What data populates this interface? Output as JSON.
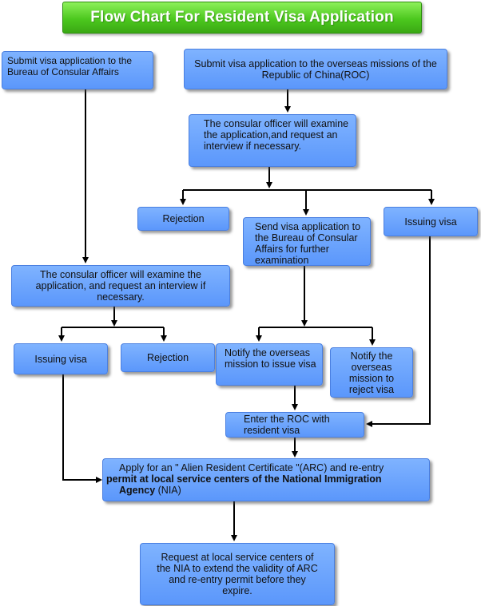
{
  "title": "Flow Chart For Resident Visa Application",
  "nodes": {
    "submit_bca": "Submit visa application to the Bureau of Consular Affairs",
    "submit_overseas": "Submit visa application to the overseas missions of the Republic of China(ROC)",
    "officer_overseas": "The consular officer will examine the application,and request an interview if necessary.",
    "rejection_overseas": "Rejection",
    "send_to_bca": "Send visa application to the Bureau of Consular Affairs for further examination",
    "issuing_overseas": "Issuing visa",
    "officer_bca": "The consular officer will examine the application, and request an interview if necessary.",
    "issuing_bca": "Issuing visa",
    "rejection_bca": "Rejection",
    "notify_issue": "Notify the overseas mission to issue visa",
    "notify_reject": "Notify the overseas mission to reject visa",
    "enter_roc": "Enter the ROC with resident visa",
    "apply_arc_1": "Apply for an \" Alien Resident Certificate \"(ARC) and re-entry",
    "apply_arc_2": "permit at local service centers of the National Immigration",
    "apply_arc_3": "Agency",
    "apply_arc_4": "(NIA)",
    "request_extend": "Request at local service centers of the NIA    to extend the validity of ARC and re-entry permit before they expire."
  }
}
